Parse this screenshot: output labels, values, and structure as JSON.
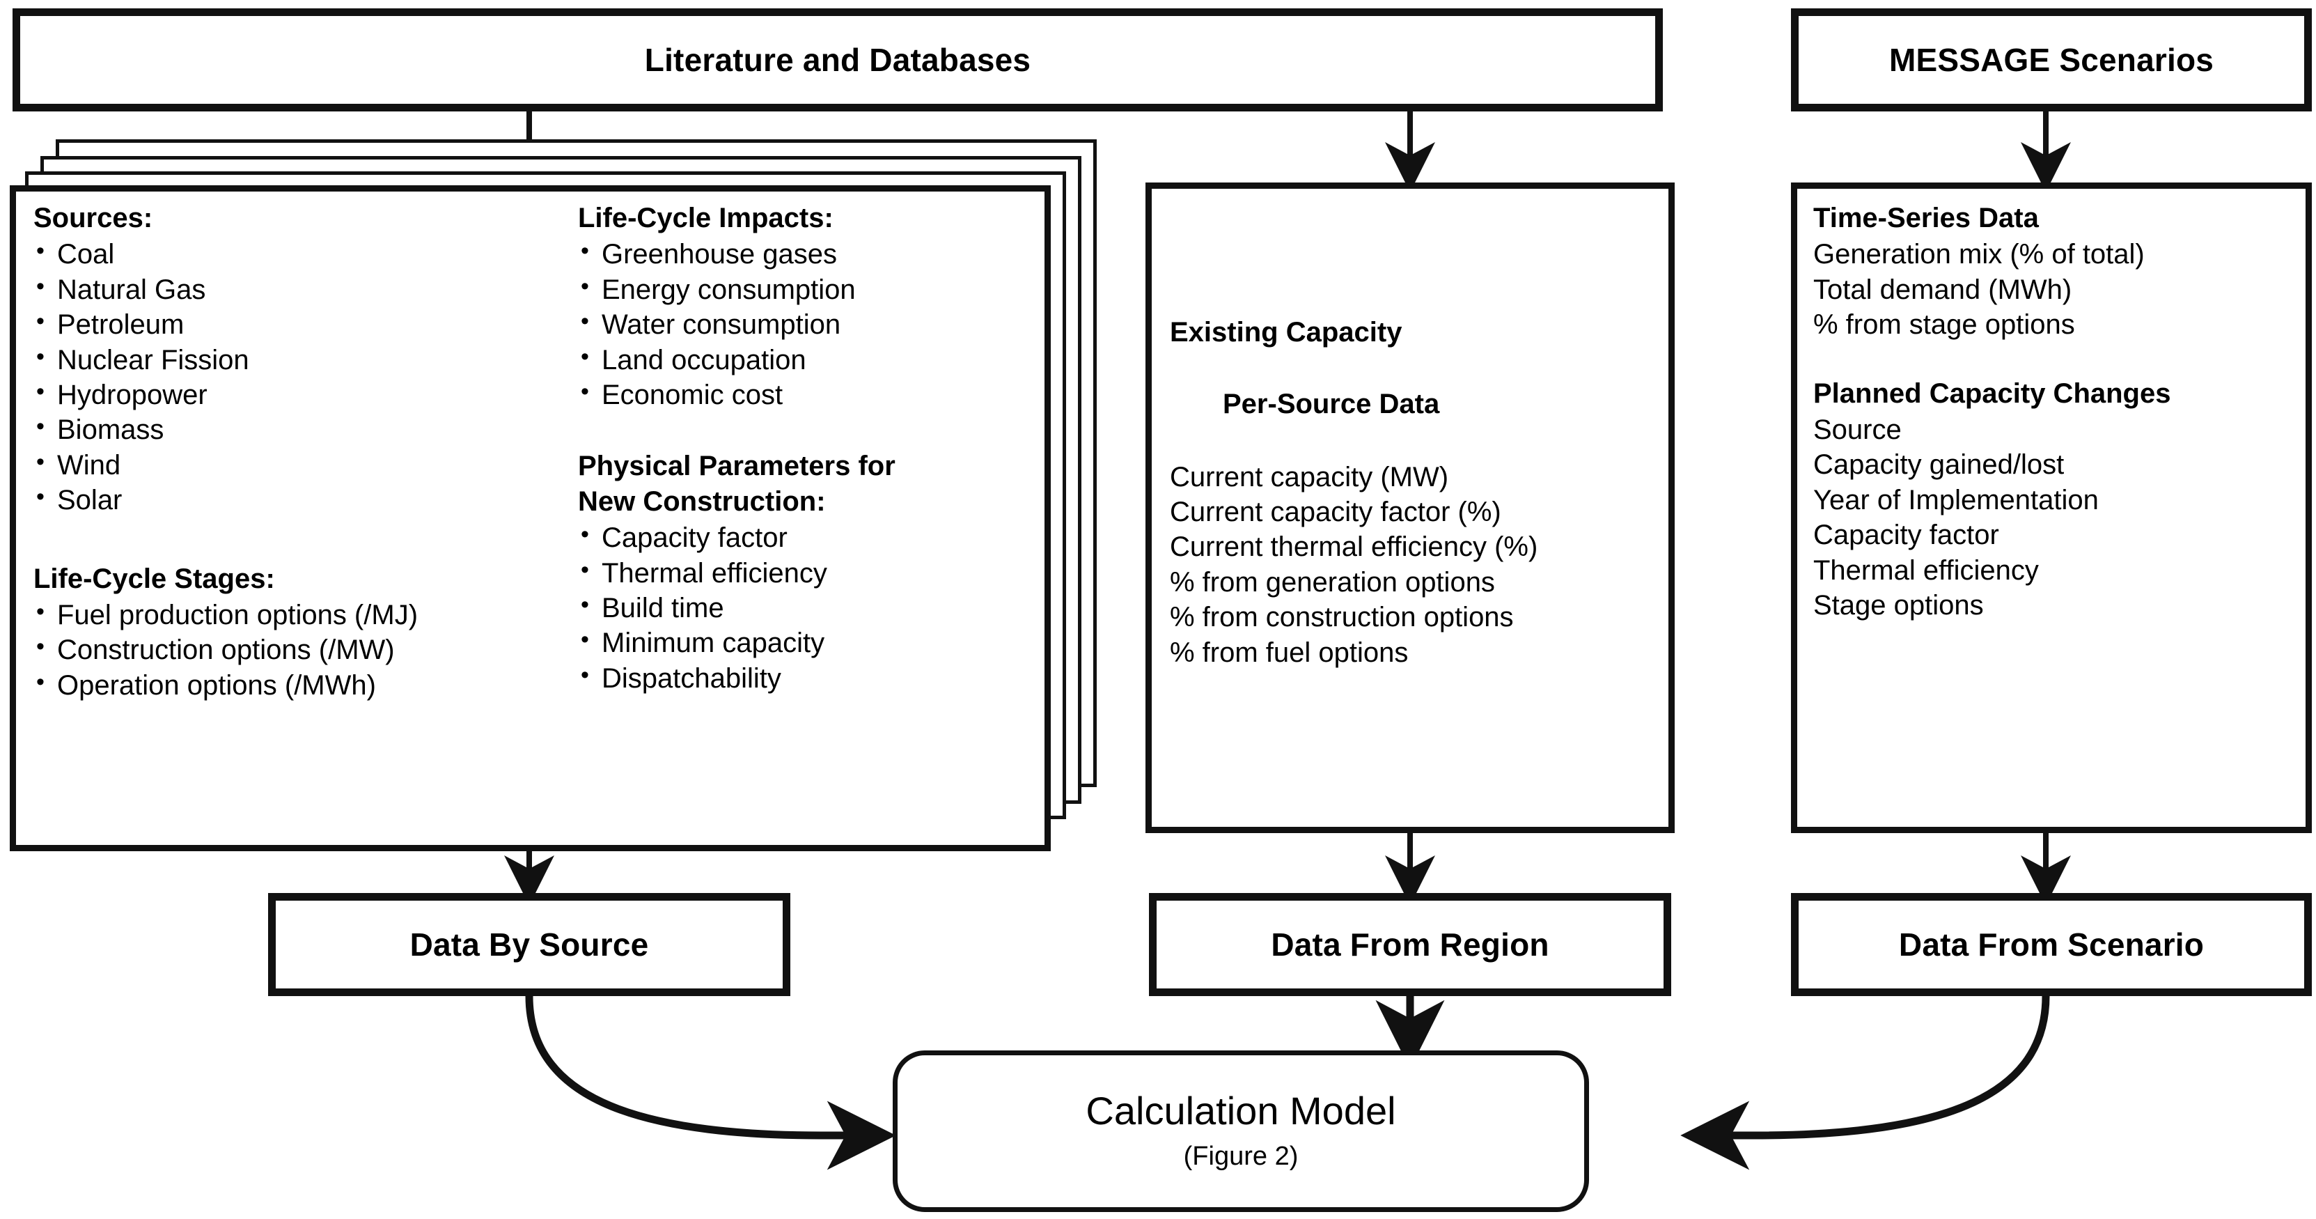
{
  "top_boxes": [
    {
      "id": "literature-and-databases",
      "label": "Literature and Databases"
    },
    {
      "id": "message-scenarios",
      "label": "MESSAGE Scenarios"
    }
  ],
  "left_panel": {
    "left_column": [
      {
        "heading": "Sources:",
        "bulleted": true,
        "items": [
          "Coal",
          "Natural Gas",
          "Petroleum",
          "Nuclear Fission",
          "Hydropower",
          "Biomass",
          "Wind",
          "Solar"
        ]
      },
      {
        "heading": "Life-Cycle Stages:",
        "bulleted": true,
        "items": [
          "Fuel production options (/MJ)",
          "Construction options (/MW)",
          "Operation options (/MWh)"
        ]
      }
    ],
    "right_column": [
      {
        "heading": "Life-Cycle Impacts:",
        "bulleted": true,
        "items": [
          "Greenhouse gases",
          "Energy consumption",
          "Water consumption",
          "Land occupation",
          "Economic cost"
        ]
      },
      {
        "heading": "Physical Parameters for\nNew Construction:",
        "bulleted": true,
        "items": [
          "Capacity factor",
          "Thermal efficiency",
          "Build time",
          "Minimum capacity",
          "Dispatchability"
        ]
      }
    ]
  },
  "middle_panel": {
    "heading_line1": "Existing Capacity",
    "heading_line2": "Per-Source Data",
    "items": [
      "Current capacity (MW)",
      "Current capacity factor (%)",
      "Current thermal efficiency (%)",
      "% from generation options",
      "% from construction options",
      "% from fuel options"
    ]
  },
  "right_panel": [
    {
      "heading": "Time-Series Data",
      "bulleted": false,
      "items": [
        "Generation mix (% of total)",
        "Total demand (MWh)",
        "% from stage options"
      ]
    },
    {
      "heading": "Planned Capacity Changes",
      "bulleted": false,
      "items": [
        "Source",
        "Capacity gained/lost",
        "Year of Implementation",
        "Capacity factor",
        "Thermal efficiency",
        "Stage options"
      ]
    }
  ],
  "result_boxes": [
    {
      "id": "data-by-source",
      "label": "Data By Source"
    },
    {
      "id": "data-from-region",
      "label": "Data From Region"
    },
    {
      "id": "data-from-scenario",
      "label": "Data From Scenario"
    }
  ],
  "calculation_model": {
    "title": "Calculation Model",
    "subtitle": "(Figure 2)"
  },
  "colors": {
    "stroke": "#111111",
    "background": "#ffffff",
    "text": "#000000"
  }
}
